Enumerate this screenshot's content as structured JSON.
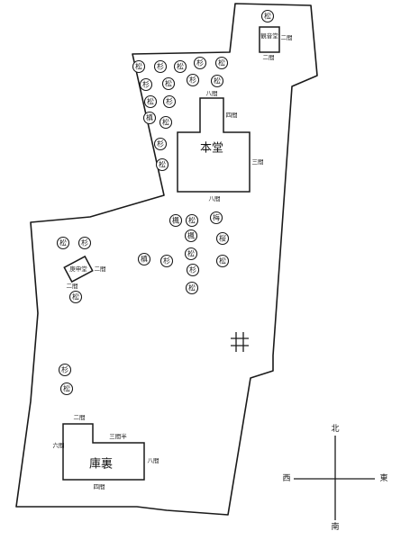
{
  "map": {
    "main_hall": {
      "label": "本堂",
      "front_dim": "三間",
      "side_dim": "四間",
      "back_dim": "八間",
      "top_dim": "八間"
    },
    "kannon_hall": {
      "label": "観音堂",
      "dim_side": "二間",
      "dim_bottom": "二間"
    },
    "small_shrine": {
      "label": "庚申堂",
      "dim_side": "二間",
      "dim_bottom": "二間"
    },
    "kuri": {
      "label": "庫裏",
      "dims": [
        "六間",
        "八間",
        "三間半",
        "二間",
        "四間"
      ]
    },
    "tree_labels": [
      "松",
      "杉",
      "槙",
      "楓",
      "梅",
      "桜"
    ],
    "compass": {
      "north": "北",
      "south": "南",
      "east": "東",
      "west": "西"
    }
  }
}
